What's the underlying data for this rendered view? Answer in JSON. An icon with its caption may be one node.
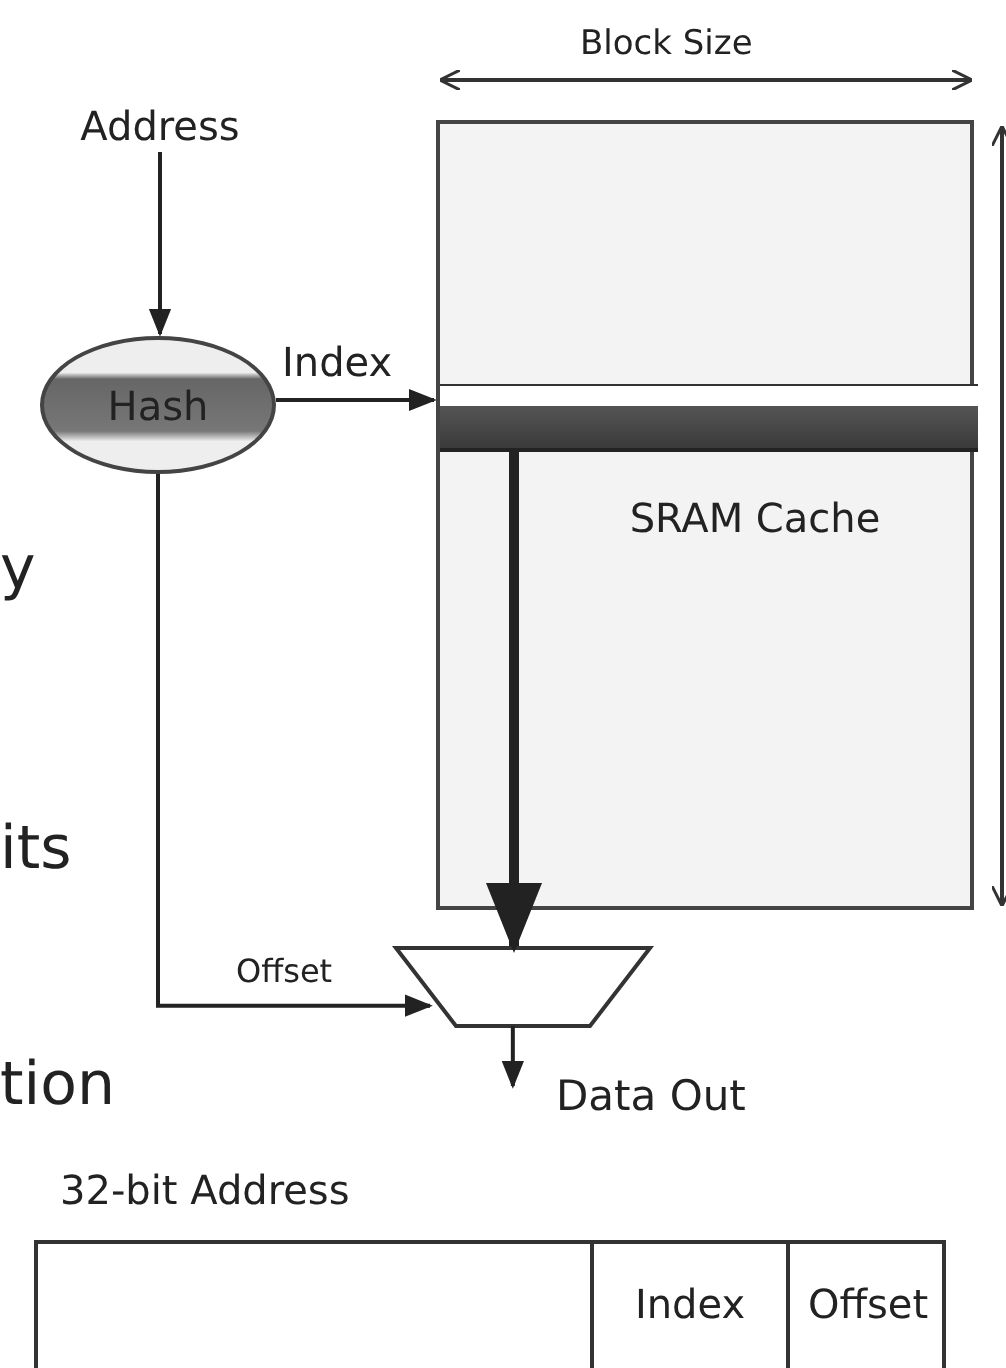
{
  "diagram": {
    "nodes": [
      {
        "text": [
          "Address"
        ]
      },
      {
        "text": [
          "Hash"
        ]
      },
      {
        "text": [
          "SRAM Cache"
        ]
      },
      {
        "text": [],
        "shape": "bar",
        "in": 2
      },
      {
        "text": [],
        "shape": "trapezoid"
      }
    ],
    "edges": [
      {
        "from": 0,
        "to": 1,
        "arrow": "to"
      },
      {
        "from": 1,
        "to": 3,
        "arrow": "to",
        "label": "Index"
      },
      {
        "from": 1,
        "to": 4,
        "arrow": "to",
        "label": "Offset"
      },
      {
        "from": 3,
        "to": 4,
        "arrow": "to",
        "style": "thick"
      },
      {
        "from": 4,
        "to": null,
        "arrow": "to"
      }
    ],
    "labels": [
      "Block Size",
      "y",
      "its",
      "tion",
      "Data Out",
      "32-bit Address",
      "Index",
      "Offset"
    ]
  }
}
